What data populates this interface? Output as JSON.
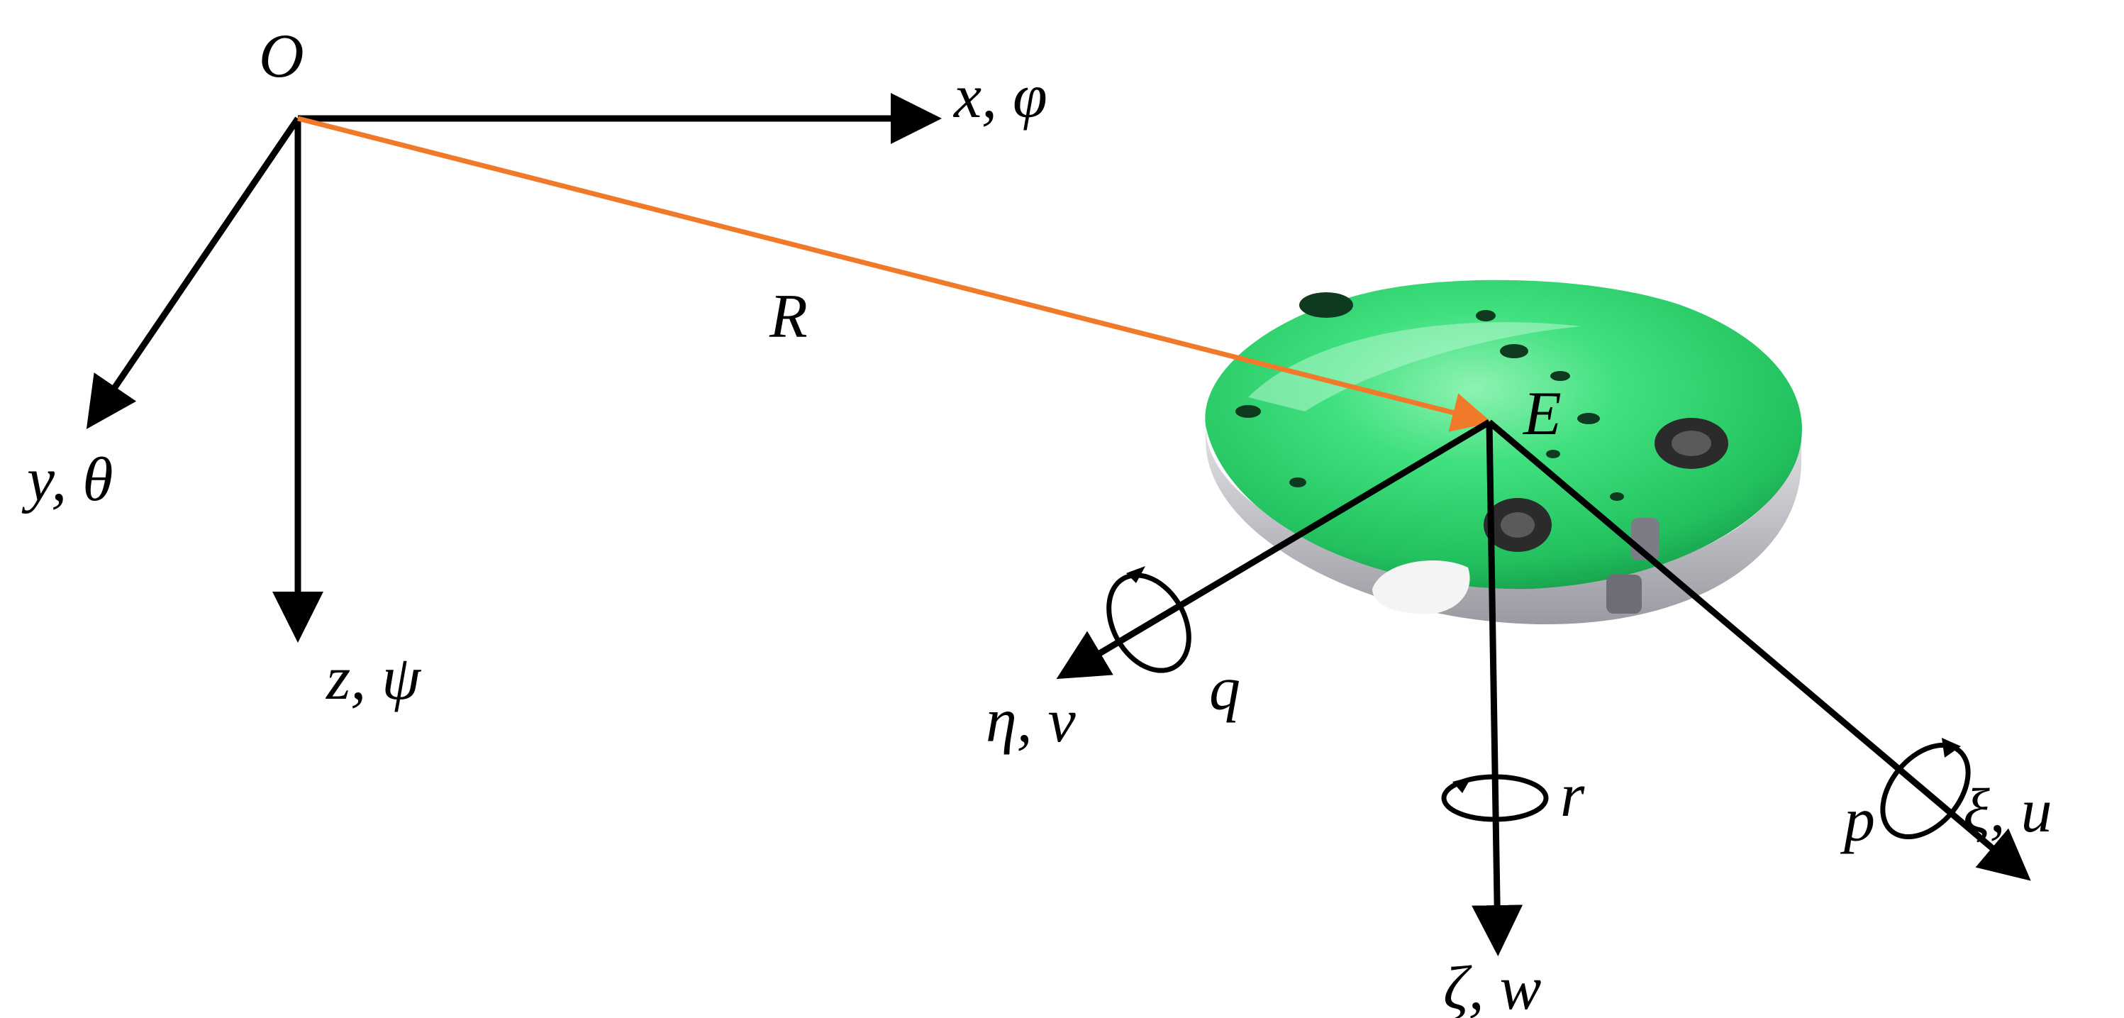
{
  "colors": {
    "background": "#ffffff",
    "axes": "#000000",
    "position_vector": "#f07a2a",
    "robot_body": "#2ed66e",
    "robot_base": "#c9c9cc"
  },
  "earth_frame": {
    "origin": "O",
    "x_axis": "x, φ",
    "y_axis": "y, θ",
    "z_axis": "z, ψ"
  },
  "position_vector": {
    "label": "R"
  },
  "body_frame": {
    "origin": "E",
    "xi_axis": "ξ, u",
    "eta_axis": "η, v",
    "zeta_axis": "ζ, w",
    "roll_rate": "p",
    "pitch_rate": "q",
    "yaw_rate": "r"
  }
}
